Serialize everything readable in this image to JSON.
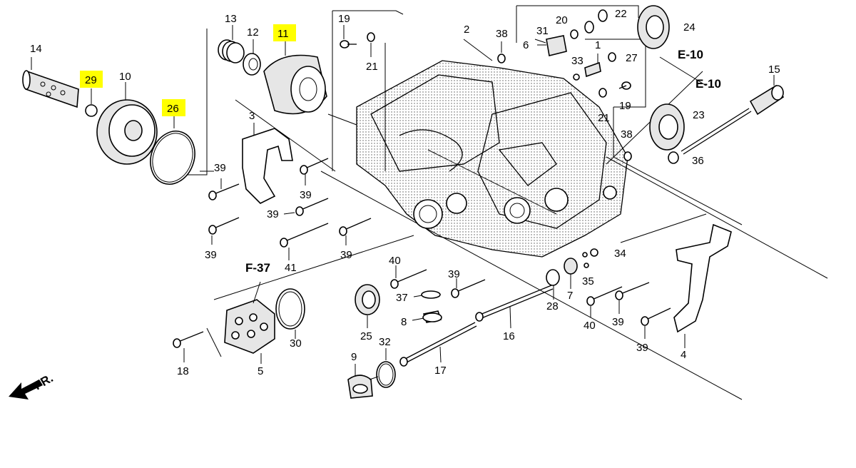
{
  "diagram": {
    "part_labels": {
      "p1": "1",
      "p2": "2",
      "p3": "3",
      "p4": "4",
      "p5": "5",
      "p6": "6",
      "p7": "7",
      "p8": "8",
      "p9": "9",
      "p10": "10",
      "p11": "11",
      "p12": "12",
      "p13": "13",
      "p14": "14",
      "p15": "15",
      "p16": "16",
      "p17": "17",
      "p18": "18",
      "p19": "19",
      "p20": "20",
      "p21": "21",
      "p22": "22",
      "p23": "23",
      "p24": "24",
      "p25": "25",
      "p26": "26",
      "p27": "27",
      "p28": "28",
      "p29": "29",
      "p30": "30",
      "p31": "31",
      "p32": "32",
      "p33": "33",
      "p34": "34",
      "p35": "35",
      "p36": "36",
      "p37": "37",
      "p38": "38",
      "p39": "39",
      "p40": "40",
      "p41": "41"
    },
    "section_refs": {
      "e10": "E-10",
      "f37": "F-37"
    },
    "direction_label": "FR.",
    "highlight_color": "#ffff00"
  }
}
